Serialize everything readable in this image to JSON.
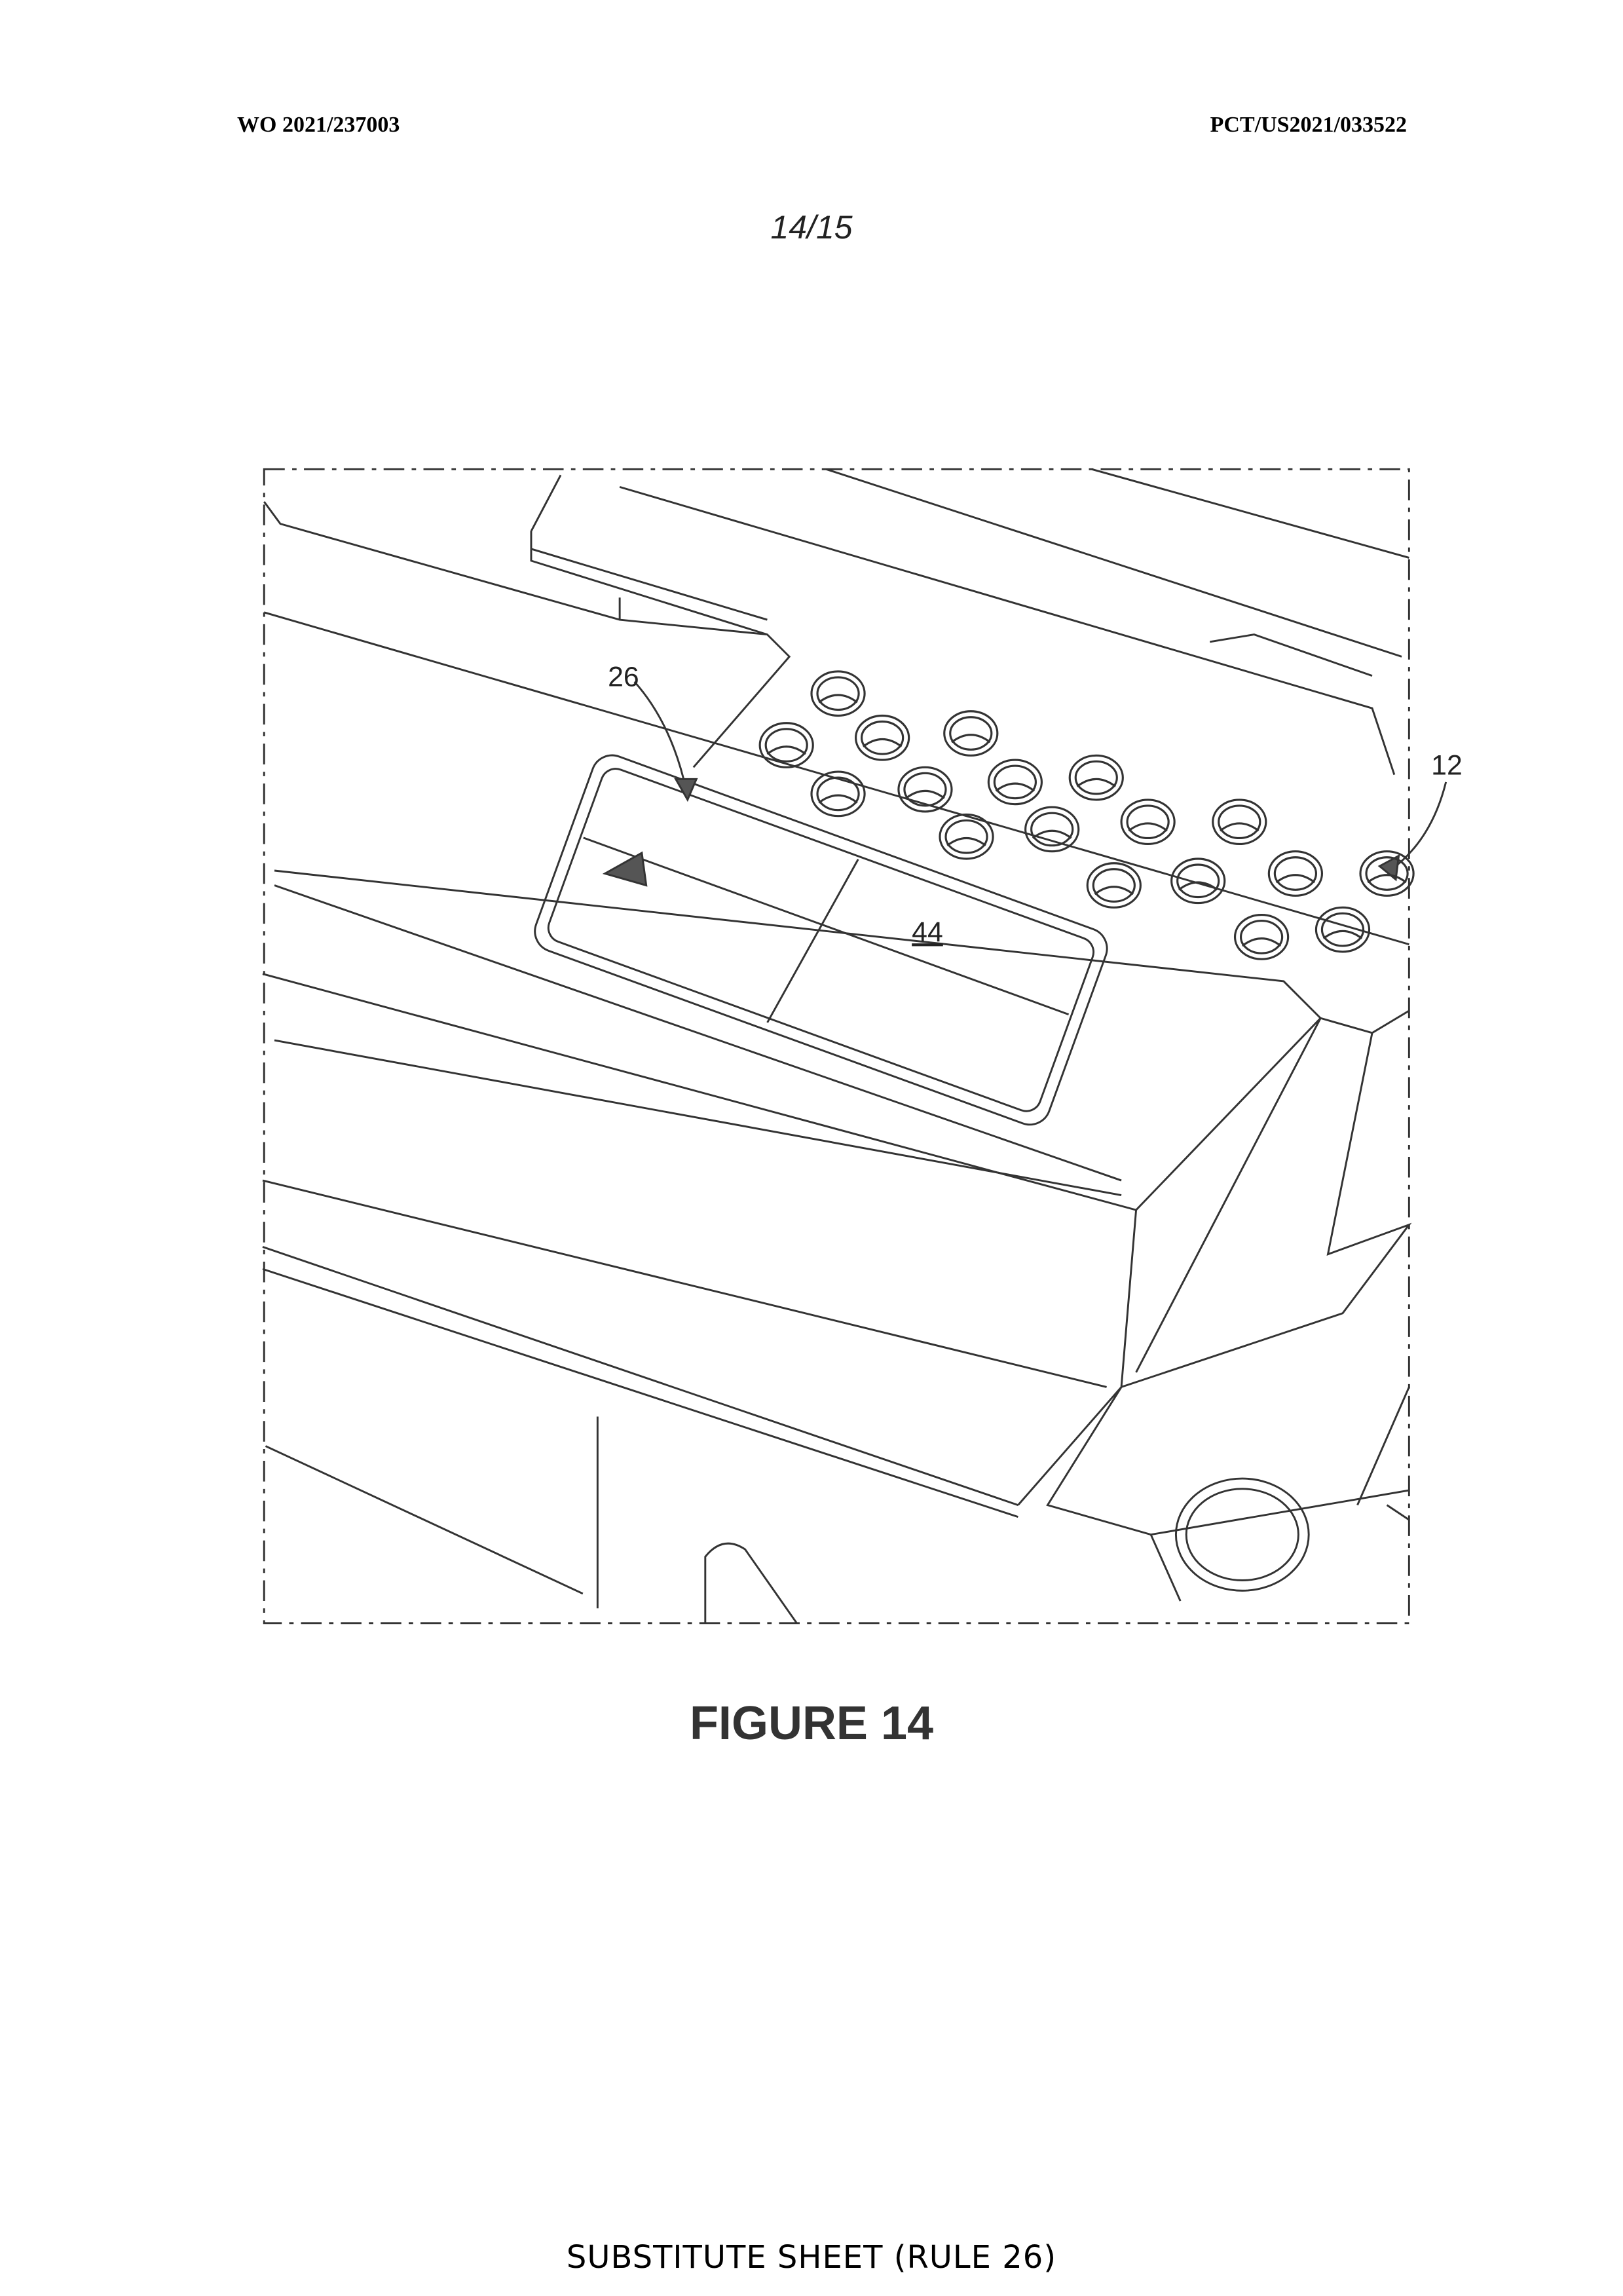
{
  "header": {
    "publication_number": "WO 2021/237003",
    "application_number": "PCT/US2021/033522"
  },
  "sheet_number": "14/15",
  "figure": {
    "caption": "FIGURE 14",
    "labels": {
      "ref_26": "26",
      "ref_44": "44",
      "ref_12": "12"
    }
  },
  "footer": "SUBSTITUTE SHEET (RULE 26)"
}
